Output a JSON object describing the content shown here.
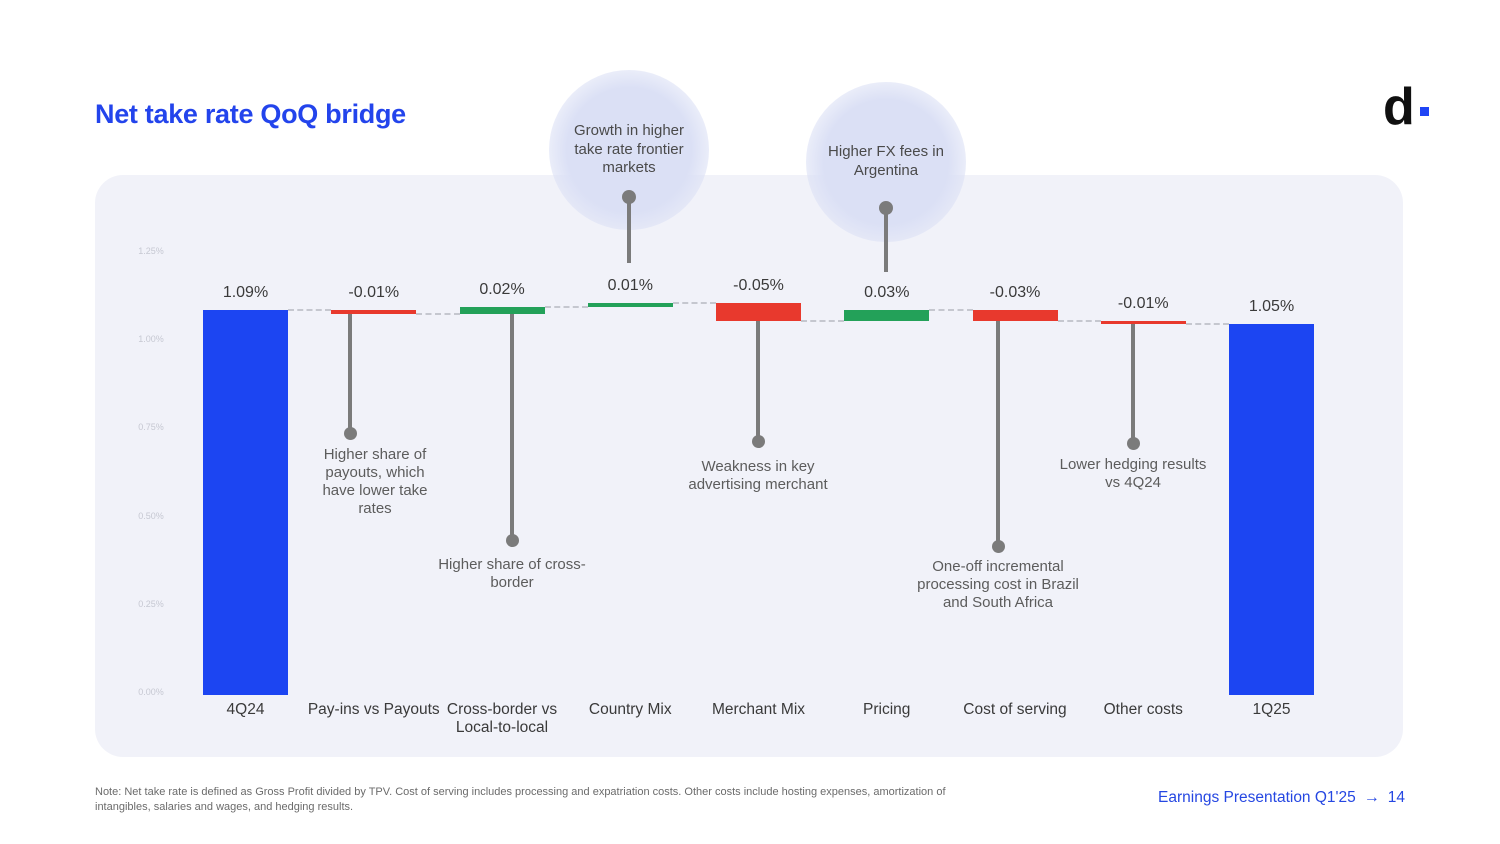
{
  "header": {
    "title": "Net take rate QoQ bridge",
    "logo_letter": "d",
    "logo_name": "dlocal-logo"
  },
  "colors": {
    "brand_blue": "#1c45f2",
    "title_blue": "#2344ec",
    "increase_green": "#23a159",
    "decrease_red": "#e8392d",
    "panel_bg": "#f1f2f9",
    "bubble_fill": "#dbe0f5",
    "stem_gray": "#7b7b7b",
    "connector_gray": "#c5c7cf",
    "footer_blue": "#2547e2"
  },
  "chart_data": {
    "type": "bar",
    "subtype": "waterfall",
    "title": "Net take rate QoQ bridge",
    "unit": "% (net take rate, Gross Profit / TPV)",
    "xlabel": "",
    "ylabel": "",
    "ylim": [
      0,
      1.25
    ],
    "y_ticks": [
      "1.25%",
      "1.00%",
      "0.75%",
      "0.50%",
      "0.25%",
      "0.00%"
    ],
    "grid": false,
    "legend": false,
    "categories": [
      "4Q24",
      "Pay-ins vs Payouts",
      "Cross-border vs Local-to-local",
      "Country Mix",
      "Merchant Mix",
      "Pricing",
      "Cost of serving",
      "Other costs",
      "1Q25"
    ],
    "steps": [
      {
        "id": "q4",
        "category": "4Q24",
        "kind": "total",
        "value": 1.09,
        "display": "1.09%"
      },
      {
        "id": "payins",
        "category": "Pay-ins vs Payouts",
        "kind": "delta",
        "value": -0.01,
        "display": "-0.01%"
      },
      {
        "id": "crossborder",
        "category": "Cross-border vs Local-to-local",
        "kind": "delta",
        "value": 0.02,
        "display": "0.02%"
      },
      {
        "id": "countrymix",
        "category": "Country Mix",
        "kind": "delta",
        "value": 0.01,
        "display": "0.01%"
      },
      {
        "id": "merchantmix",
        "category": "Merchant Mix",
        "kind": "delta",
        "value": -0.05,
        "display": "-0.05%"
      },
      {
        "id": "pricing",
        "category": "Pricing",
        "kind": "delta",
        "value": 0.03,
        "display": "0.03%"
      },
      {
        "id": "costserving",
        "category": "Cost of serving",
        "kind": "delta",
        "value": -0.03,
        "display": "-0.03%"
      },
      {
        "id": "othercosts",
        "category": "Other costs",
        "kind": "delta",
        "value": -0.01,
        "display": "-0.01%"
      },
      {
        "id": "q1",
        "category": "1Q25",
        "kind": "total",
        "value": 1.05,
        "display": "1.05%"
      }
    ],
    "annotations": [
      {
        "id": "payins",
        "text": "Higher share of payouts, which have lower take rates"
      },
      {
        "id": "crossborder",
        "text": "Higher share of cross-border"
      },
      {
        "id": "merchantmix",
        "text": "Weakness in key advertising merchant"
      },
      {
        "id": "costserving",
        "text": "One-off incremental processing cost in Brazil and South Africa"
      },
      {
        "id": "othercosts",
        "text": "Lower hedging results vs 4Q24"
      }
    ]
  },
  "bubbles": [
    {
      "text": "Growth in higher take rate frontier markets",
      "points_to": "Country Mix"
    },
    {
      "text": "Higher FX fees in Argentina",
      "points_to": "Pricing"
    }
  ],
  "footer": {
    "note": "Note: Net take rate is defined as Gross Profit divided by TPV. Cost of serving includes processing and expatriation costs. Other costs include hosting expenses, amortization of intangibles, salaries and wages, and hedging results.",
    "link_label": "Earnings Presentation Q1'25",
    "arrow": "→",
    "page_number": "14"
  }
}
